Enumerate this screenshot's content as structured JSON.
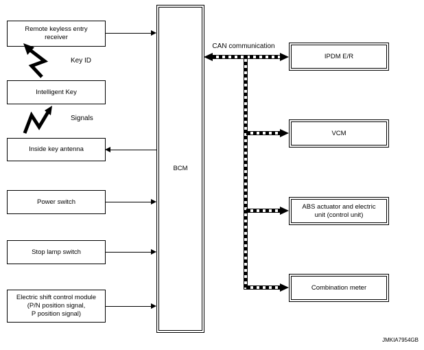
{
  "bcm": {
    "label": "BCM"
  },
  "can": {
    "label": "CAN communication"
  },
  "annotations": {
    "key_id": "Key ID",
    "signals": "Signals",
    "footer_code": "JMKIA7954GB"
  },
  "icons": {
    "key_id_signal": "zigzag-wireless-arrow-up-left",
    "signals_signal": "zigzag-wireless-arrow-up-right"
  },
  "left_modules": [
    {
      "lines": [
        "Remote keyless entry",
        "receiver"
      ]
    },
    {
      "lines": [
        "Intelligent Key"
      ]
    },
    {
      "lines": [
        "Inside key antenna"
      ]
    },
    {
      "lines": [
        "Power switch"
      ]
    },
    {
      "lines": [
        "Stop lamp switch"
      ]
    },
    {
      "lines": [
        "Electric shift control module",
        "(P/N position signal,",
        "P position signal)"
      ]
    }
  ],
  "right_modules": [
    {
      "lines": [
        "IPDM E/R"
      ]
    },
    {
      "lines": [
        "VCM"
      ]
    },
    {
      "lines": [
        "ABS actuator and electric",
        "unit (control unit)"
      ]
    },
    {
      "lines": [
        "Combination meter"
      ]
    }
  ],
  "colors": {
    "line": "#000000",
    "background": "#ffffff"
  }
}
